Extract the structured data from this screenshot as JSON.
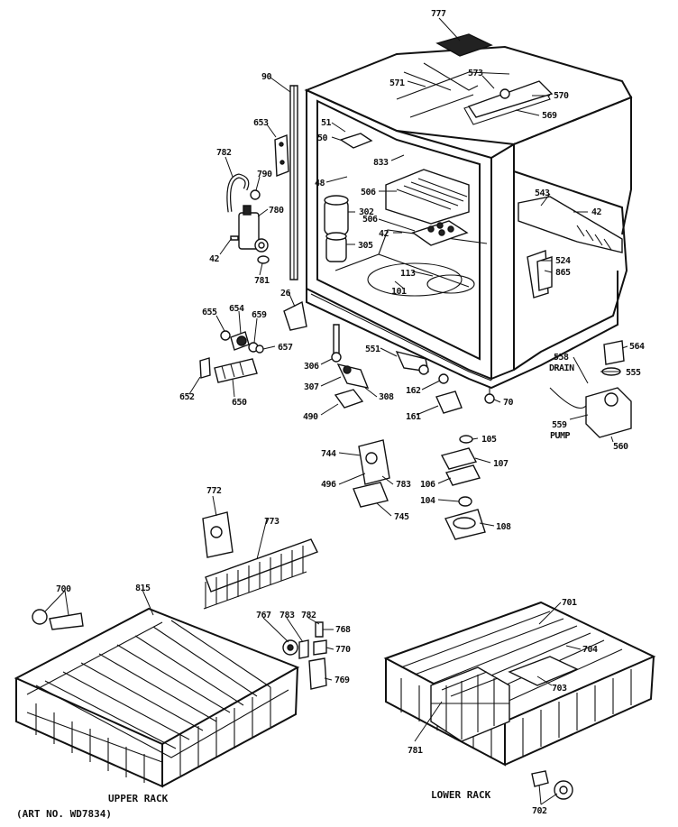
{
  "parts": {
    "p777": "777",
    "p571": "571",
    "p573": "573",
    "p570": "570",
    "p569": "569",
    "p90": "90",
    "p51": "51",
    "p50": "50",
    "p653": "653",
    "p833": "833",
    "p48": "48",
    "p782a": "782",
    "p790": "790",
    "p506a": "506",
    "p780": "780",
    "p302": "302",
    "p543": "543",
    "p506b": "506",
    "p42a": "42",
    "p42b": "42",
    "p42c": "42",
    "p305": "305",
    "p781a": "781",
    "p524": "524",
    "p865": "865",
    "p113": "113",
    "p101": "101",
    "p26": "26",
    "p655": "655",
    "p654": "654",
    "p659": "659",
    "p657": "657",
    "p306": "306",
    "p551": "551",
    "p558": "558",
    "drain": "DRAIN",
    "p564": "564",
    "p555": "555",
    "p652": "652",
    "p650": "650",
    "p307": "307",
    "p308": "308",
    "p162": "162",
    "p70": "70",
    "p490": "490",
    "p161": "161",
    "p559": "559",
    "pump": "PUMP",
    "p560": "560",
    "p105": "105",
    "p744": "744",
    "p107": "107",
    "p496": "496",
    "p783a": "783",
    "p106": "106",
    "p104": "104",
    "p745": "745",
    "p772": "772",
    "p108": "108",
    "p773": "773",
    "p700": "700",
    "p815": "815",
    "p767": "767",
    "p783b": "783",
    "p782b": "782",
    "p768": "768",
    "p701": "701",
    "p770": "770",
    "p704": "704",
    "p769": "769",
    "p703": "703",
    "p781b": "781",
    "p702": "702"
  },
  "captions": {
    "upper_rack": "UPPER RACK",
    "lower_rack": "LOWER RACK",
    "art_no": "(ART NO. WD7834)"
  }
}
